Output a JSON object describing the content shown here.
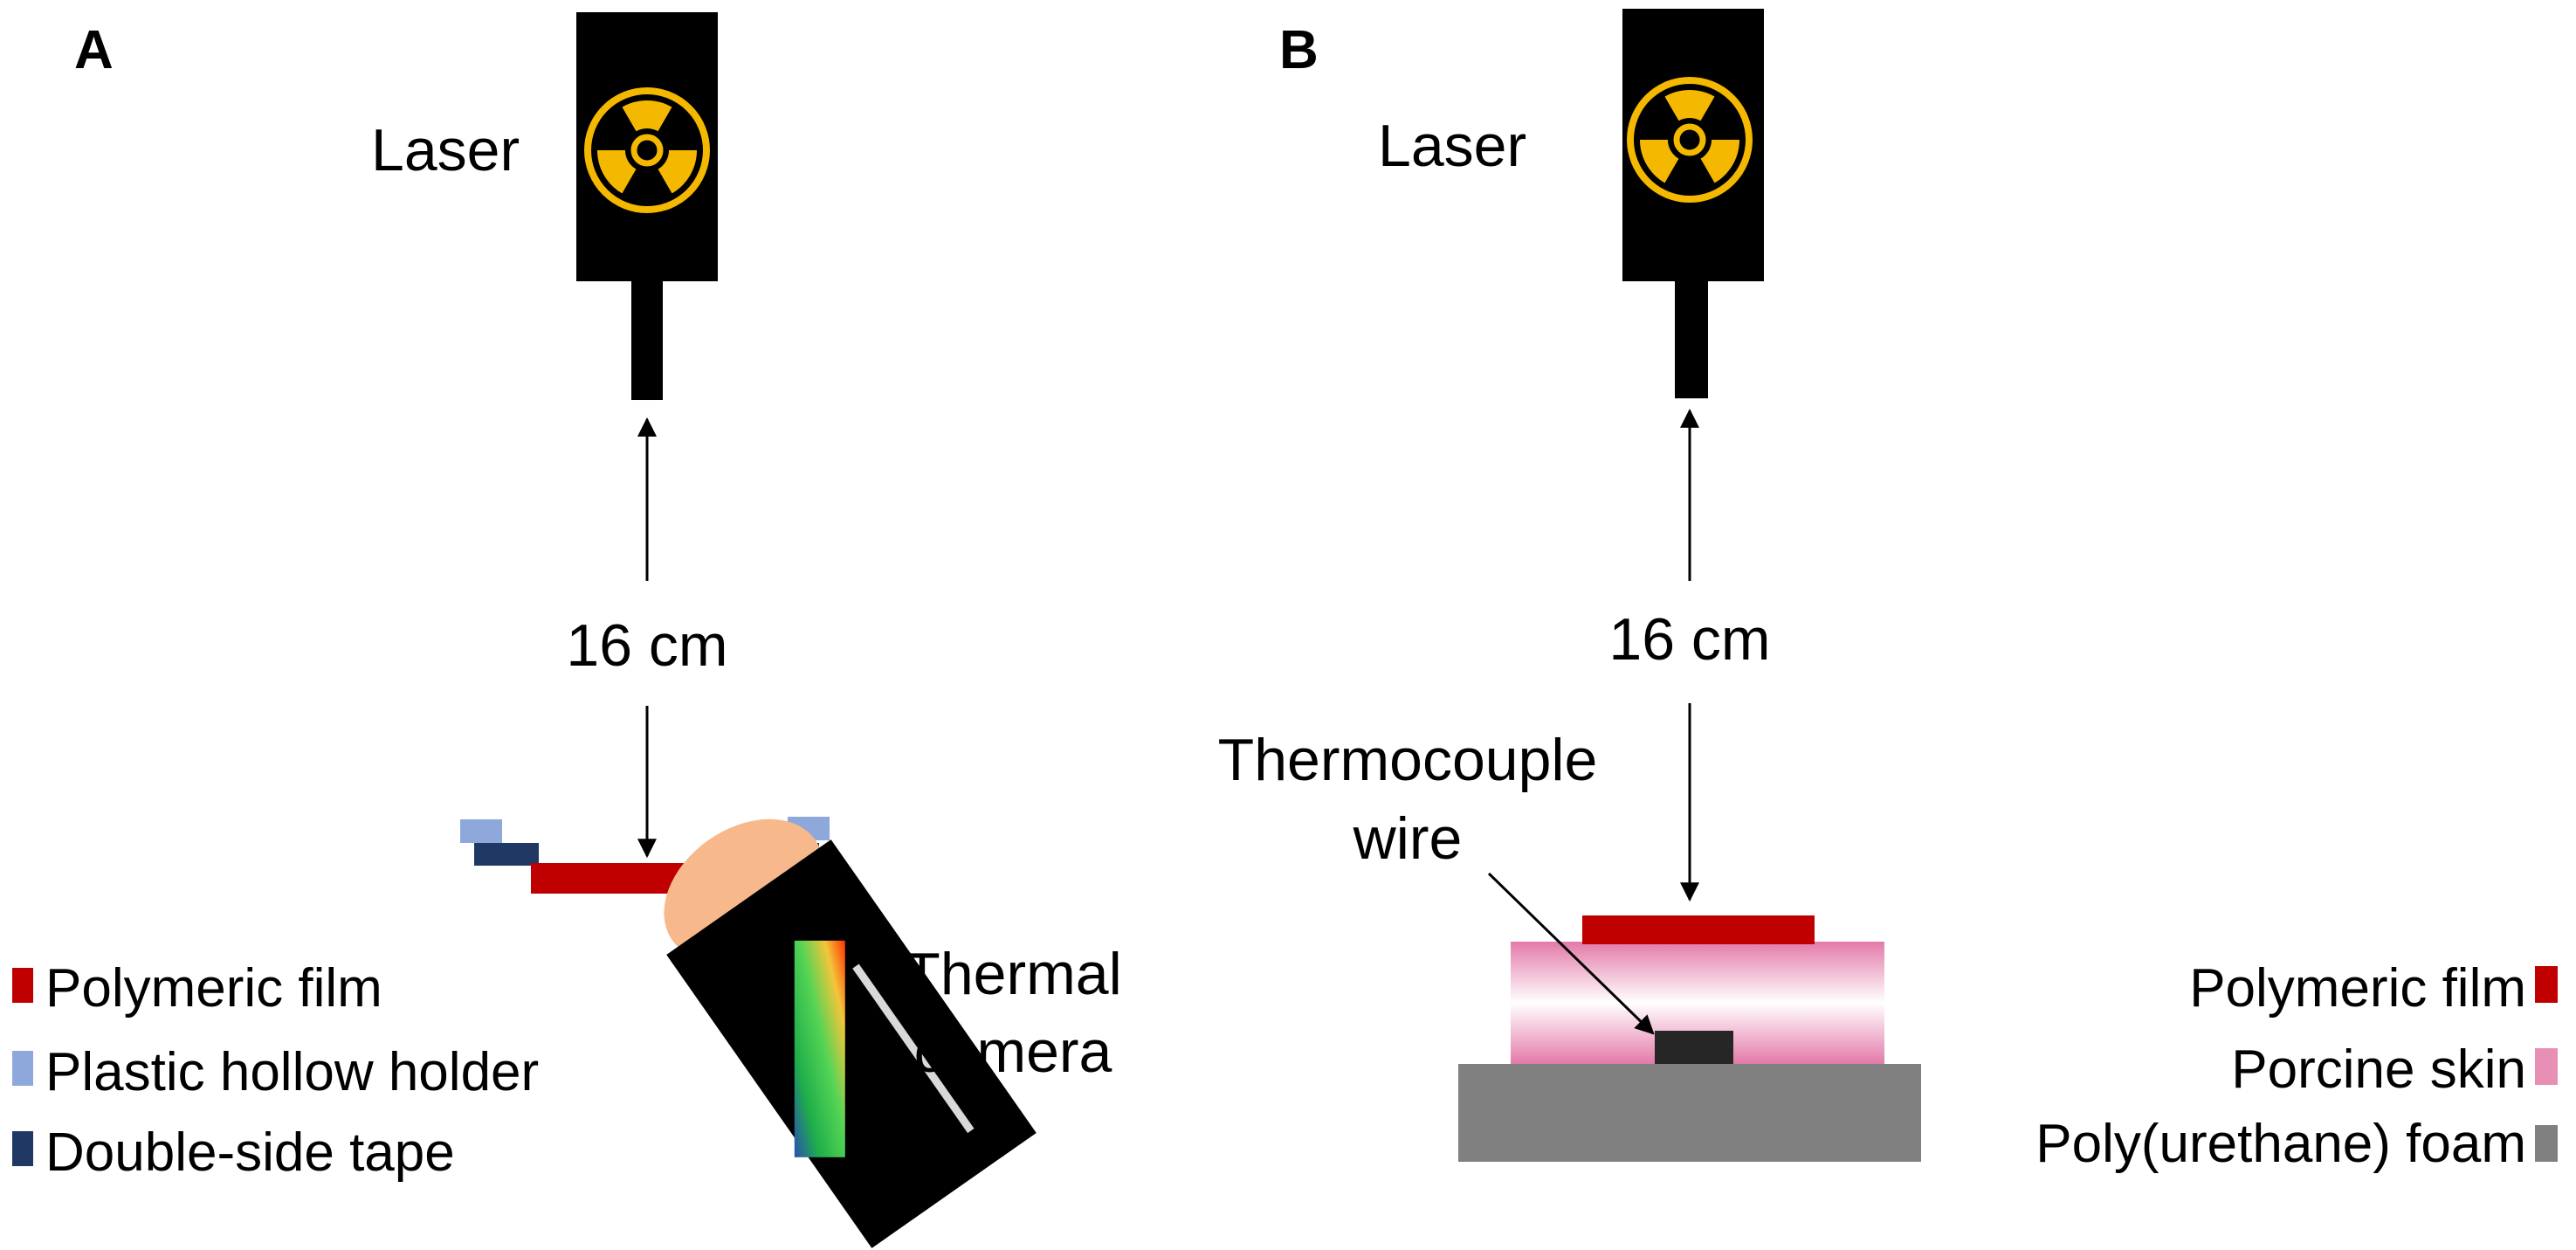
{
  "panel_a": {
    "letter": "A",
    "laser_label": "Laser",
    "distance_label": "16 cm",
    "camera_label_line1": "Thermal",
    "camera_label_line2": "camera",
    "legend": [
      {
        "label": "Polymeric film",
        "color": "#c00000"
      },
      {
        "label": "Plastic hollow holder",
        "color": "#8fa8dc"
      },
      {
        "label": "Double-side tape",
        "color": "#1f3864"
      }
    ]
  },
  "panel_b": {
    "letter": "B",
    "laser_label": "Laser",
    "distance_label": "16 cm",
    "thermocouple_label_line1": "Thermocouple",
    "thermocouple_label_line2": "wire",
    "legend": [
      {
        "label": "Polymeric film",
        "color": "#c00000"
      },
      {
        "label": "Porcine skin",
        "color": "#e88fb5"
      },
      {
        "label": "Poly(urethane) foam",
        "color": "#808080"
      }
    ]
  },
  "colors": {
    "laser_body": "#000000",
    "radiation_symbol": "#f5b800",
    "camera_lens": "#f7b98c"
  }
}
